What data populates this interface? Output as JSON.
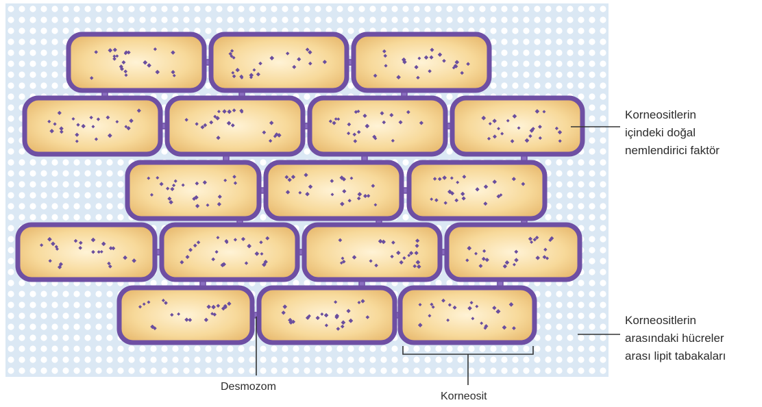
{
  "labels": {
    "natural_moisturizing_factor": [
      "Korneositlerin",
      "içindeki doğal",
      "nemlendirici faktör"
    ],
    "intercellular_lipid_layers": [
      "Korneositlerin",
      "arasındaki hücreler",
      "arası lipit tabakaları"
    ],
    "desmosome": "Desmozom",
    "corneocyte": "Korneosit"
  },
  "colors": {
    "lipid_background": "#dbe8f4",
    "lipid_dot": "#ffffff",
    "cell_border": "#6e4fa3",
    "cell_fill_center": "#fff1cf",
    "cell_fill_edge": "#e7b96a",
    "granule": "#6a4e9e",
    "desmosome": "#8a6fc0",
    "leader_line": "#333333"
  }
}
